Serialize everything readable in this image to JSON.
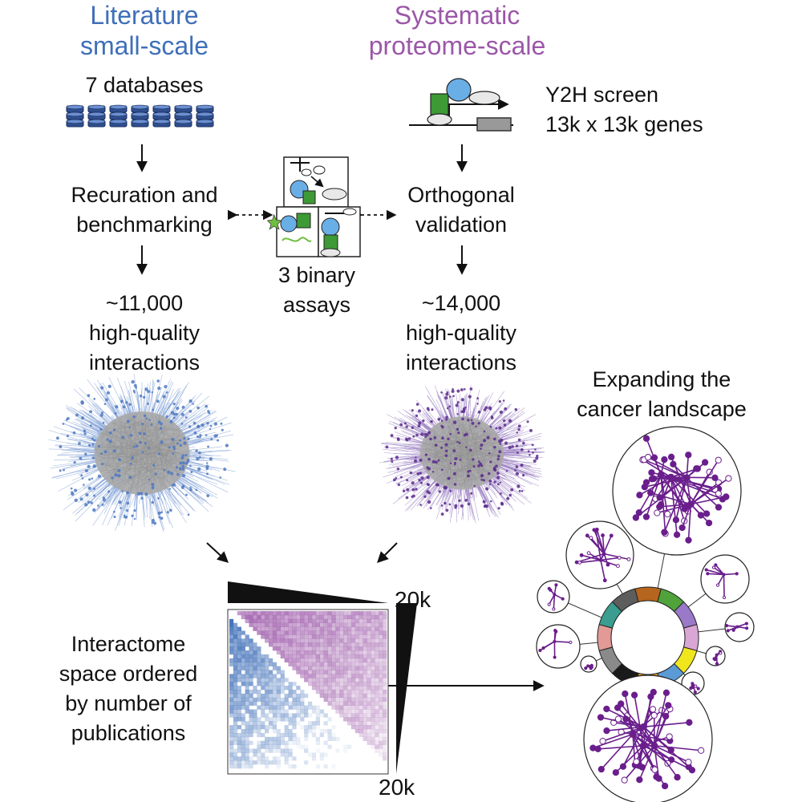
{
  "literature": {
    "title_line1": "Literature",
    "title_line2": "small-scale",
    "source": "7 databases",
    "database_count": 7,
    "step": [
      "Recuration and",
      "benchmarking"
    ],
    "result": [
      "~11,000",
      "high-quality",
      "interactions"
    ]
  },
  "systematic": {
    "title_line1": "Systematic",
    "title_line2": "proteome-scale",
    "source": [
      "Y2H screen",
      "13k x 13k genes"
    ],
    "step": [
      "Orthogonal",
      "validation"
    ],
    "result": [
      "~14,000",
      "high-quality",
      "interactions"
    ]
  },
  "assays": {
    "label": [
      "3 binary",
      "assays"
    ]
  },
  "cancer": {
    "label": [
      "Expanding the",
      "cancer landscape"
    ]
  },
  "matrix": {
    "label": [
      "Interactome",
      "space ordered",
      "by number of",
      "publications"
    ],
    "top_tick": "20k",
    "bottom_tick": "20k"
  },
  "colors": {
    "literature": "#3f6fb8",
    "systematic": "#9b57a8",
    "network_core": "#a8a8a8",
    "cluster_edge": "#6a1e8c",
    "ring_segments": [
      "#b5651d",
      "#4fa33a",
      "#9b79c9",
      "#d9a6d6",
      "#f0e61e",
      "#5b9bd5",
      "#e8a01c",
      "#1a1a1a",
      "#8a8a8a",
      "#e29a96",
      "#3a9d8f",
      "#5d5d5d"
    ]
  }
}
